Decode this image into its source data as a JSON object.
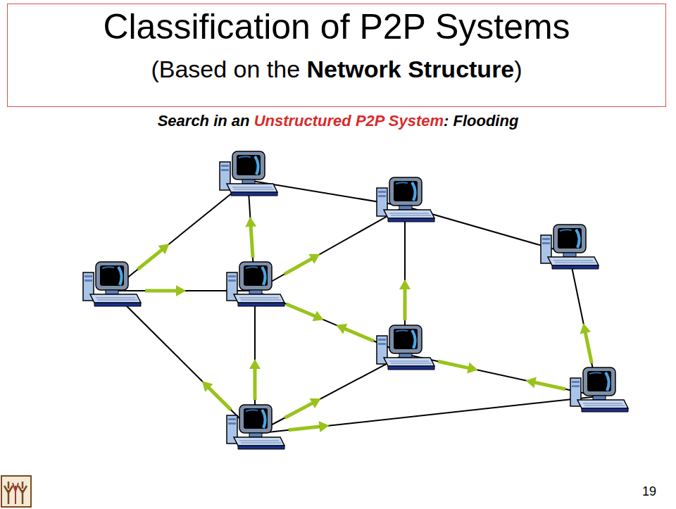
{
  "diagram": {
    "title": "Classification of P2P Systems",
    "labels": [
      "(Based on the",
      "Network Structure",
      ")",
      "Search in an",
      "Unstructured P2P System",
      ": Flooding",
      "19"
    ]
  }
}
